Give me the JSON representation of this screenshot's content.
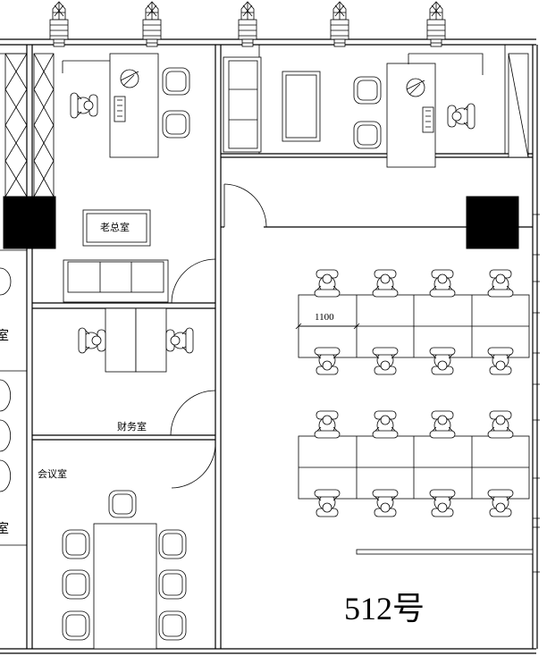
{
  "plan": {
    "unit_number": "512号",
    "rooms": {
      "boss_office": "老总室",
      "finance_room": "财务室",
      "meeting_room": "会议室"
    },
    "dimension": {
      "desk_width": "1100"
    },
    "left_edge_fragments": [
      "室",
      "室"
    ]
  }
}
